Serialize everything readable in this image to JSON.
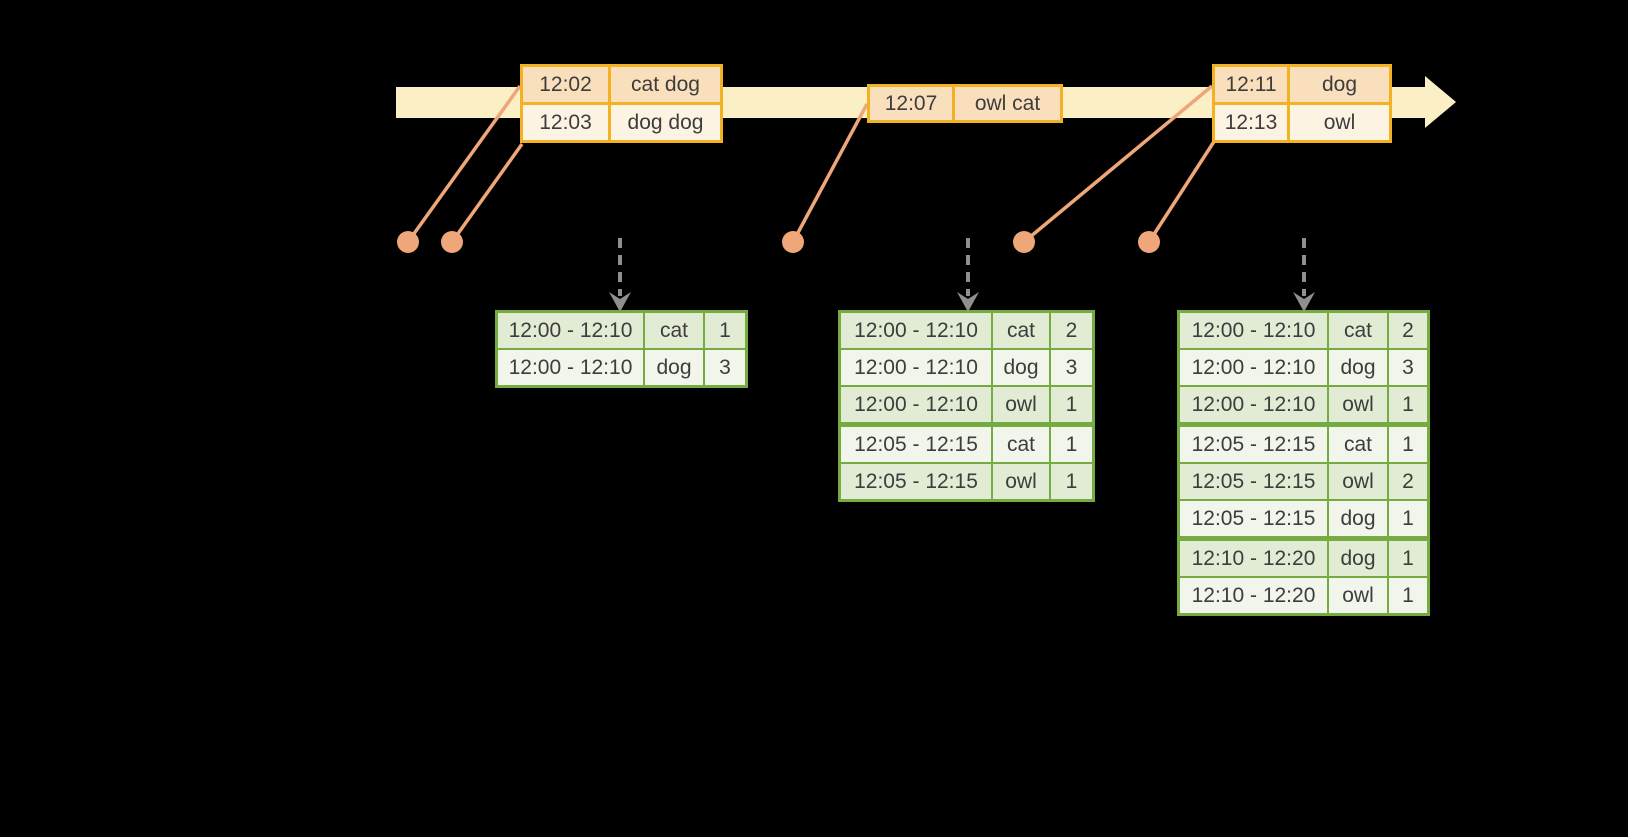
{
  "colors": {
    "bg": "#000000",
    "band": "#FBEFC5",
    "gold": "#F2B224",
    "peach": "#FADFBD",
    "cream": "#FDF3E3",
    "salmon": "#EFA679",
    "gray": "#8F8F8F",
    "green": "#75AB40",
    "sage": "#E2EBD4",
    "lightgreen": "#F1F5EB",
    "ink": "#3D3D3D"
  },
  "icons": {
    "timeline_arrowhead": "right-pointing triangle cap of the pale-yellow stream band",
    "event_marker_dot": "salmon circle marker connected by a thin salmon line to an event box",
    "trigger_arrow": "gray dashed vertical arrow pointing down at a result table"
  },
  "timeline": {
    "events": [
      {
        "rows": [
          {
            "time": "12:02",
            "words": "cat dog"
          },
          {
            "time": "12:03",
            "words": "dog dog"
          }
        ]
      },
      {
        "rows": [
          {
            "time": "12:07",
            "words": "owl cat"
          }
        ]
      },
      {
        "rows": [
          {
            "time": "12:11",
            "words": "dog"
          },
          {
            "time": "12:13",
            "words": "owl"
          }
        ]
      }
    ]
  },
  "result_tables": [
    {
      "rows": [
        [
          "12:00 - 12:10",
          "cat",
          "1"
        ],
        [
          "12:00 - 12:10",
          "dog",
          "3"
        ]
      ]
    },
    {
      "rows": [
        [
          "12:00 - 12:10",
          "cat",
          "2"
        ],
        [
          "12:00 - 12:10",
          "dog",
          "3"
        ],
        [
          "12:00 - 12:10",
          "owl",
          "1"
        ],
        [
          "12:05 - 12:15",
          "cat",
          "1"
        ],
        [
          "12:05 - 12:15",
          "owl",
          "1"
        ]
      ]
    },
    {
      "rows": [
        [
          "12:00 - 12:10",
          "cat",
          "2"
        ],
        [
          "12:00 - 12:10",
          "dog",
          "3"
        ],
        [
          "12:00 - 12:10",
          "owl",
          "1"
        ],
        [
          "12:05 - 12:15",
          "cat",
          "1"
        ],
        [
          "12:05 - 12:15",
          "owl",
          "2"
        ],
        [
          "12:05 - 12:15",
          "dog",
          "1"
        ],
        [
          "12:10 - 12:20",
          "dog",
          "1"
        ],
        [
          "12:10 - 12:20",
          "owl",
          "1"
        ]
      ]
    }
  ]
}
